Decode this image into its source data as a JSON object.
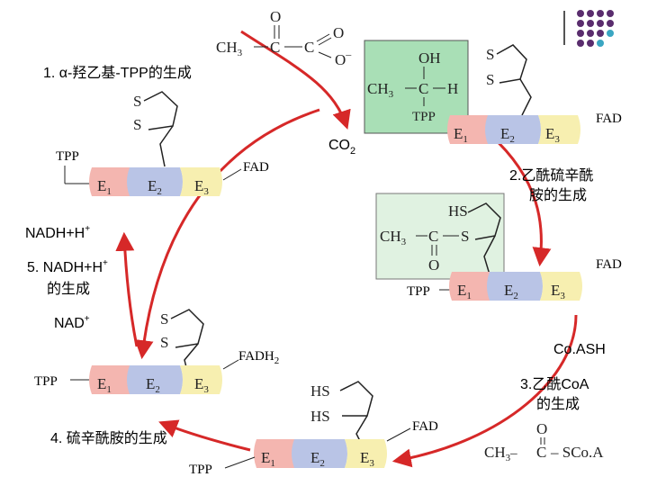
{
  "colors": {
    "arrow_red": "#d62828",
    "e1_fill": "#f4b6b0",
    "e2_fill": "#b9c4e6",
    "e3_fill": "#f7efb0",
    "green_box": "#a9dfb6",
    "light_green_box": "#e0f2e1",
    "corner_purple": "#5a2d6e",
    "corner_teal": "#3aa6c2"
  },
  "steps": {
    "step1": "1. α-羟乙基-TPP的生成",
    "step2_line1": "2.乙酰硫辛酰",
    "step2_line2": "胺的生成",
    "step3_line1": "3.乙酰CoA",
    "step3_line2": "的生成",
    "step4": "4. 硫辛酰胺的生成",
    "step5_line1": "5. NADH+H",
    "step5_line2": "的生成"
  },
  "molecules": {
    "pyruvate": {
      "ch3": "CH",
      "c_center": "C",
      "c_right": "C",
      "o_top": "O",
      "o_right": "O",
      "o_minus": "O"
    },
    "hydroxyethyl": {
      "oh": "OH",
      "ch3": "CH",
      "c": "C",
      "h": "H",
      "tpp": "TPP"
    },
    "acetyl_lipoamide": {
      "hs": "HS",
      "ch3": "CH",
      "c": "C",
      "s": "S",
      "o": "O"
    },
    "acetyl_coa": {
      "o": "O",
      "ch3": "CH",
      "c": "C",
      "scoa": "– SCo.A"
    }
  },
  "labels": {
    "co2": "CO",
    "co2_sub": "2",
    "nadh_top": "NADH+H",
    "nad": "NAD",
    "coash": "Co.ASH",
    "fadh2": "FADH",
    "fadh2_sub": "2",
    "fad": "FAD",
    "tpp": "TPP",
    "s": "S",
    "hs": "HS",
    "plus": "+",
    "ch3_sub": "3"
  },
  "enzymes": {
    "e1": "E",
    "e2": "E",
    "e3": "E",
    "sub1": "1",
    "sub2": "2",
    "sub3": "3"
  }
}
